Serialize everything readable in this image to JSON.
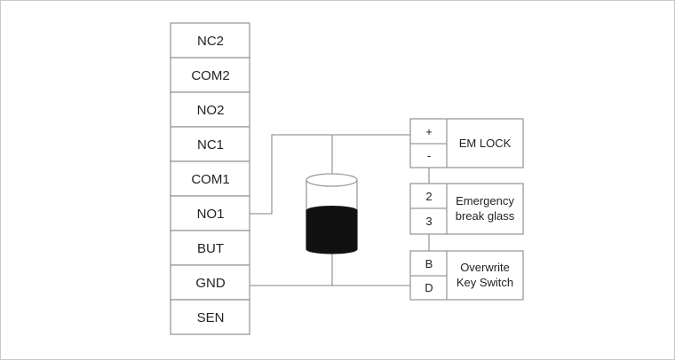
{
  "terminal_block": {
    "labels": [
      "NC2",
      "COM2",
      "NO2",
      "NC1",
      "COM1",
      "NO1",
      "BUT",
      "GND",
      "SEN"
    ]
  },
  "devices": {
    "em_lock": {
      "pins": [
        "+",
        "-"
      ],
      "label": "EM LOCK"
    },
    "break_glass": {
      "pins": [
        "2",
        "3"
      ],
      "label_lines": [
        "Emergency",
        "break glass"
      ]
    },
    "key_switch": {
      "pins": [
        "B",
        "D"
      ],
      "label_lines": [
        "Overwrite",
        "Key Switch"
      ]
    }
  },
  "colors": {
    "line": "#9a9a9a",
    "box_fill": "#ffffff",
    "capacitor_fill": "#111111",
    "frame_border": "#c8c8c8"
  }
}
